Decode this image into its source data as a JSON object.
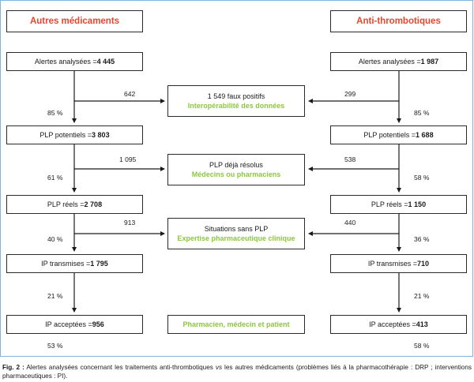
{
  "left_column": {
    "title": "Autres médicaments",
    "rows": [
      {
        "label": "Alertes analysées = ",
        "value": "4 445"
      },
      {
        "label": "PLP potentiels = ",
        "value": "3 803"
      },
      {
        "label": "PLP réels = ",
        "value": "2 708"
      },
      {
        "label": "IP transmises = ",
        "value": "1 795"
      },
      {
        "label": "IP acceptées = ",
        "value": "956"
      }
    ],
    "percents": [
      "85 %",
      "61 %",
      "40 %",
      "21 %",
      "53 %"
    ],
    "side_counts": [
      "642",
      "1 095",
      "913"
    ]
  },
  "right_column": {
    "title": "Anti-thrombotiques",
    "rows": [
      {
        "label": "Alertes analysées = ",
        "value": "1 987"
      },
      {
        "label": "PLP potentiels = ",
        "value": "1 688"
      },
      {
        "label": "PLP réels = ",
        "value": "1 150"
      },
      {
        "label": "IP transmises = ",
        "value": "710"
      },
      {
        "label": "IP acceptées = ",
        "value": "413"
      }
    ],
    "percents": [
      "85 %",
      "58 %",
      "36 %",
      "21 %",
      "58 %"
    ],
    "side_counts": [
      "299",
      "538",
      "440"
    ]
  },
  "center": [
    {
      "line1": "1 549 faux positifs",
      "line2": "Interopérabilité des données"
    },
    {
      "line1": "PLP déjà résolus",
      "line2": "Médecins ou pharmaciens"
    },
    {
      "line1": "Situations sans PLP",
      "line2": "Expertise pharmaceutique clinique"
    },
    {
      "line1": "",
      "line2": "Pharmacien, médecin et patient"
    }
  ],
  "caption": {
    "prefix": "Fig. 2 :",
    "text_a": " Alertes analysées concernant les traitements anti-thrombotiques ",
    "text_vs": "vs",
    "text_b": " les autres médicaments (problèmes liés à la pharmacothérapie : DRP ; interventions pharmaceutiques : PI)."
  },
  "colors": {
    "title_red": "#e8462a",
    "accent_green": "#8dc63f",
    "frame_blue": "#7fb5db"
  }
}
